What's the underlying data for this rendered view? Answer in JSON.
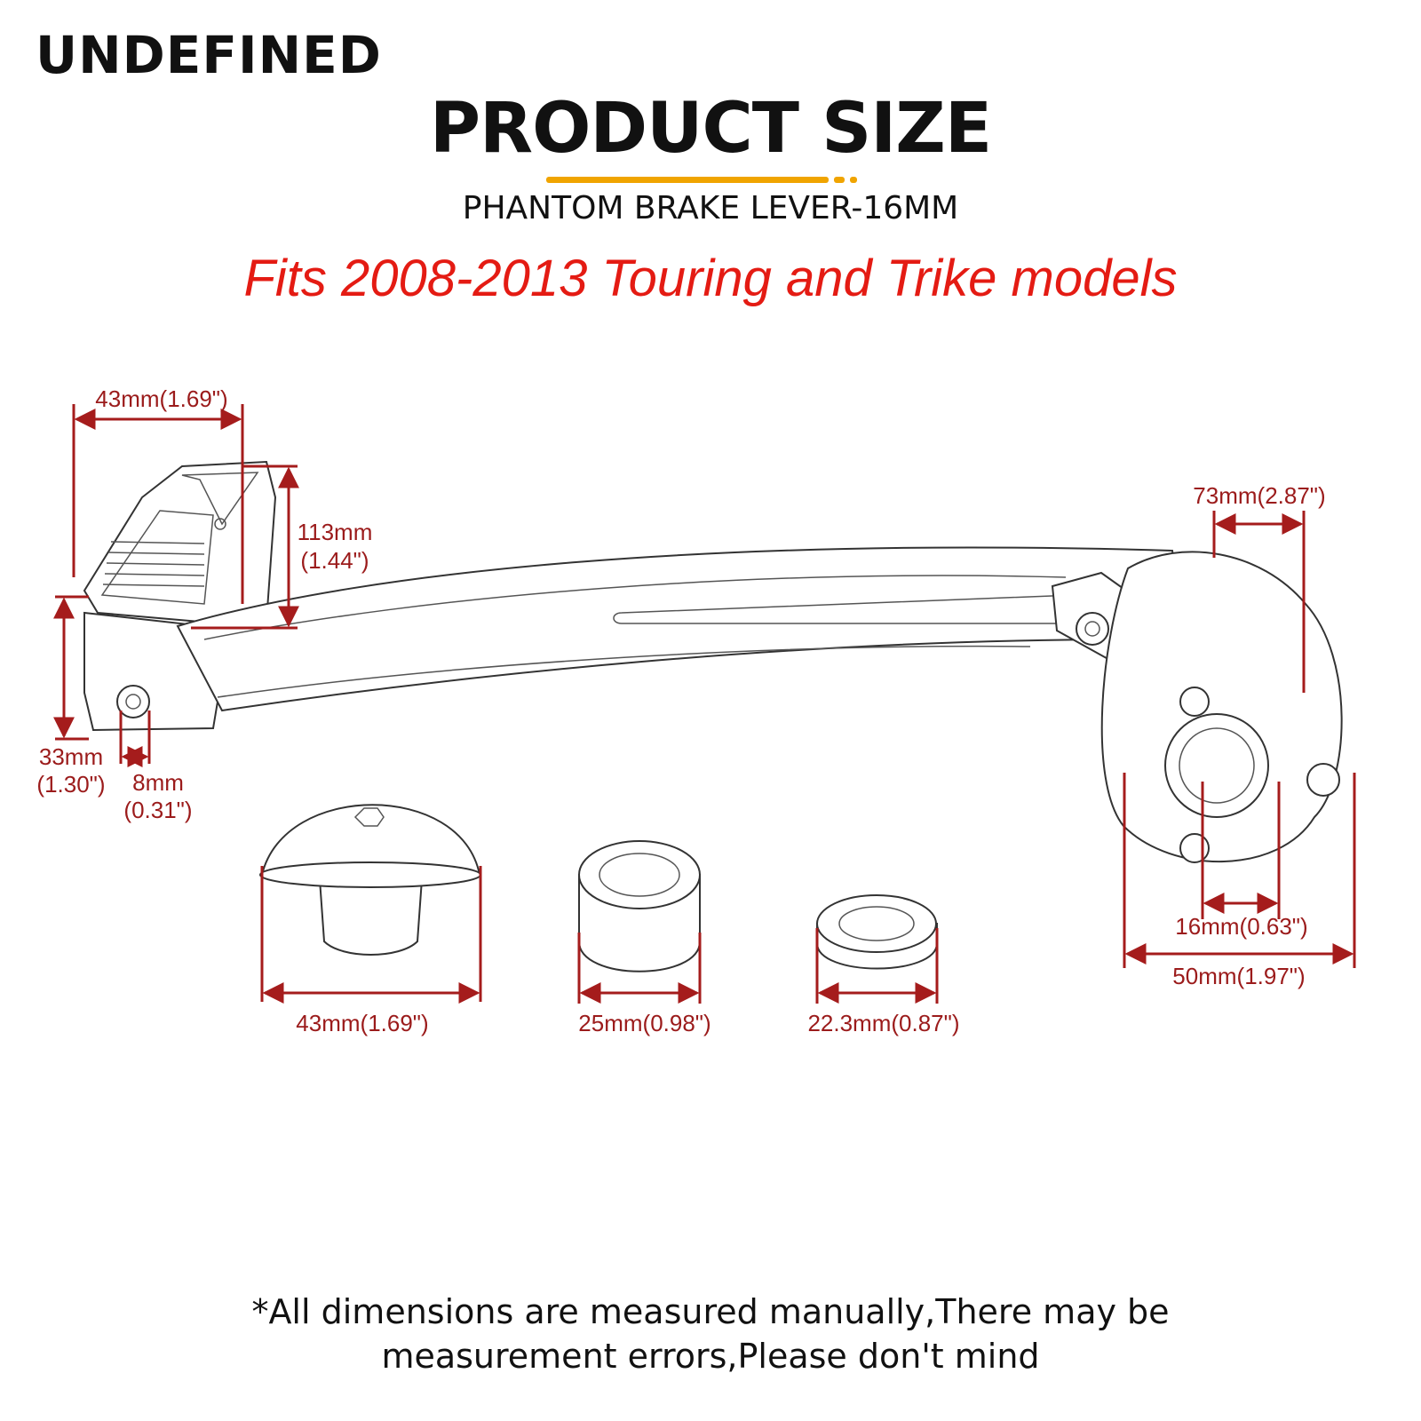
{
  "brand": "UNDEFINED",
  "title": "PRODUCT SIZE",
  "subtitle": "PHANTOM BRAKE LEVER-16MM",
  "fitment": "Fits 2008-2013 Touring and Trike models",
  "colors": {
    "accent": "#f0a400",
    "fitment": "#e41b13",
    "dimension": "#a51c1c"
  },
  "dimensions": {
    "pad_width": "43mm(1.69\")",
    "pad_height_mm": "113mm",
    "pad_height_in": "(1.44\")",
    "tip_height_mm": "33mm",
    "tip_height_in": "(1.30\")",
    "tip_hole_mm": "8mm",
    "tip_hole_in": "(0.31\")",
    "pivot_offset": "73mm(2.87\")",
    "bore": "16mm(0.63\")",
    "hub_width": "50mm(1.97\")",
    "cap_diameter": "43mm(1.69\")",
    "spacer_diameter": "25mm(0.98\")",
    "washer_diameter": "22.3mm(0.87\")"
  },
  "note": {
    "line1": "*All dimensions are measured manually,There may be",
    "line2": "measurement errors,Please don't mind"
  }
}
